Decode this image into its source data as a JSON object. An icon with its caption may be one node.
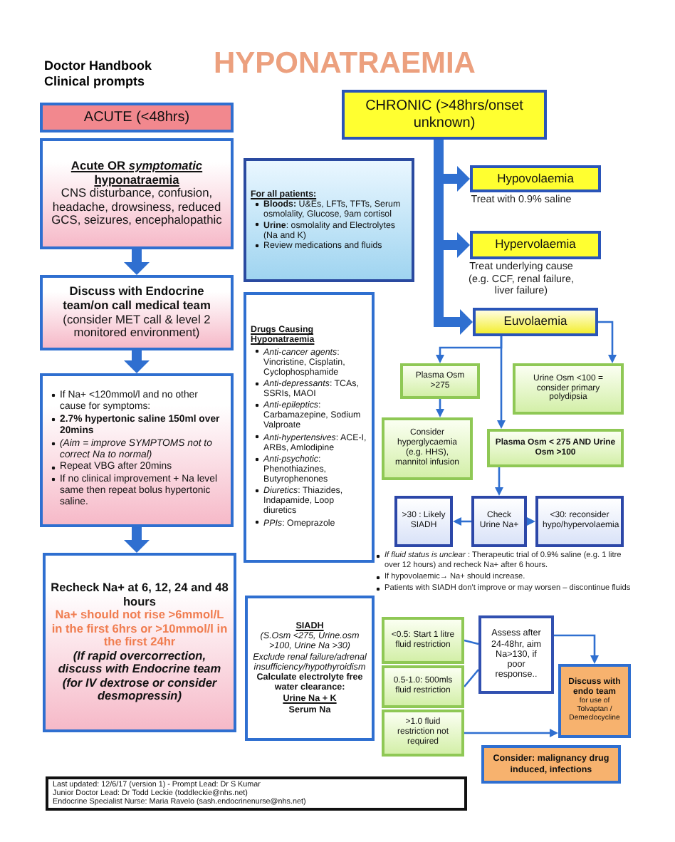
{
  "diagram": {
    "title": "HYPONATRAEMIA",
    "nodes": [
      {
        "text": [
          "ACUTE (<48hrs)"
        ]
      },
      {
        "text": [
          "Acute OR *symptomatic* hyponatraemia",
          "CNS disturbance, confusion, headache, drowsiness, reduced GCS, seizures, encephalopathic"
        ]
      },
      {
        "text": [
          "Discuss with Endocrine team/on call medical team",
          "(consider MET call & level 2 monitored environment)"
        ]
      },
      {
        "text": [
          "If Na+ <120mmol/l and no other cause for symptoms:",
          "2.7% hypertonic saline 150ml over 20mins",
          "(Aim = improve SYMPTOMS not to correct Na to normal)",
          "Repeat VBG after 20mins",
          "If no clinical improvement + Na level same then repeat bolus hypertonic saline."
        ]
      },
      {
        "text": [
          "Recheck Na+ at 6, 12, 24 and 48 hours",
          "Na+ should not rise >6mmol/L in the first 6hrs or >10mmol/l in the first 24hr",
          "(If rapid overcorrection, discuss with Endocrine team (for IV dextrose or consider desmopressin)"
        ]
      },
      {
        "text": [
          "For all patients:",
          "**Bloods:** U&Es, LFTs, TFTs, Serum osmolality, Glucose, 9am cortisol",
          "**Urine**: osmolality and Electrolytes (Na and K)",
          "Review medications and fluids"
        ]
      },
      {
        "text": [
          "Drugs Causing Hyponatraemia",
          "*Anti-cancer agents*: Vincristine, Cisplatin, Cyclophosphamide",
          "*Anti-depressants*: TCAs, SSRIs, MAOI",
          "*Anti-epileptics*: Carbamazepine, Sodium Valproate",
          "*Anti-hypertensives*: ACE-I, ARBs, Amlodipine",
          "*Anti-psychotic*: Phenothiazines, Butyrophenones",
          "*Diuretics*: Thiazides, Indapamide, Loop diuretics",
          "*PPIs*: Omeprazole"
        ]
      },
      {
        "text": [
          "CHRONIC (>48hrs/onset unknown)"
        ]
      },
      {
        "text": [
          "Hypovolaemia"
        ],
        "beside": [
          "Treat with 0.9% saline"
        ]
      },
      {
        "text": [
          "Hypervolaemia"
        ],
        "beside": [
          "Treat underlying cause (e.g. CCF, renal failure, liver failure)"
        ]
      },
      {
        "text": [
          "Euvolaemia"
        ]
      },
      {
        "text": [
          "Plasma Osm >275"
        ]
      },
      {
        "text": [
          "Urine Osm <100 = consider primary polydipsia"
        ]
      },
      {
        "text": [
          "Consider hyperglycaemia (e.g. HHS), mannitol infusion"
        ]
      },
      {
        "text": [
          "Plasma Osm < 275 AND Urine Osm >100"
        ]
      },
      {
        "text": [
          ">30 : Likely SIADH"
        ]
      },
      {
        "text": [
          "Check Urine Na+"
        ]
      },
      {
        "text": [
          "<30: reconsider hypo/hypervolaemia"
        ]
      },
      {
        "text": [
          "SIADH",
          "(S.Osm <275, Urine.osm >100, Urine Na >30)",
          "Exclude renal failure/adrenal insufficiency/hypothyroidism",
          "Calculate electrolyte free water clearance:",
          "Urine Na + K",
          "Serum Na"
        ]
      },
      {
        "text": [
          "<0.5: Start 1 litre fluid restriction"
        ]
      },
      {
        "text": [
          "0.5-1.0: 500mls fluid restriction"
        ]
      },
      {
        "text": [
          ">1.0 fluid restriction not required"
        ]
      },
      {
        "text": [
          "Assess after 24-48hr, aim Na>130, if poor response.."
        ]
      },
      {
        "text": [
          "Discuss with endo team",
          "for use of Tolvaptan / Demeclocycline"
        ]
      },
      {
        "text": [
          "Consider: **malignancy** drug induced, infections"
        ]
      },
      {
        "text": [
          "Last updated: 12/6/17 (version 1) - Prompt Lead: Dr S Kumar",
          "Junior Doctor Lead: Dr Todd Leckie (toddleckie@nhs.net)",
          "Endocrine Specialist Nurse: Maria Ravelo (sash.endocrinenurse@nhs.net)"
        ]
      }
    ],
    "edges": [
      {
        "from": 1,
        "to": 2,
        "arrow": "to",
        "style": "thick"
      },
      {
        "from": 2,
        "to": 3,
        "arrow": "to",
        "style": "thick"
      },
      {
        "from": 3,
        "to": 4,
        "arrow": "to",
        "style": "thick"
      },
      {
        "from": 7,
        "to": 8,
        "arrow": "to",
        "style": "thick"
      },
      {
        "from": 7,
        "to": 9,
        "arrow": "to",
        "style": "thick"
      },
      {
        "from": 7,
        "to": 10,
        "arrow": "to",
        "style": "thick"
      },
      {
        "from": 10,
        "to": 11,
        "arrow": "to"
      },
      {
        "from": 10,
        "to": 14,
        "arrow": "to"
      },
      {
        "from": 10,
        "to": 12,
        "arrow": "to"
      },
      {
        "from": 11,
        "to": 13,
        "arrow": "to"
      },
      {
        "from": 14,
        "to": 16,
        "arrow": "to"
      },
      {
        "from": 16,
        "to": 15,
        "arrow": "to"
      },
      {
        "from": 16,
        "to": 17,
        "arrow": "to"
      },
      {
        "from": 19,
        "to": 22,
        "arrow": "none"
      },
      {
        "from": 20,
        "to": 22,
        "arrow": "none"
      },
      {
        "from": 22,
        "to": 23,
        "arrow": "to"
      },
      {
        "from": 21,
        "to": 23,
        "arrow": "to"
      }
    ],
    "labels": [
      "Doctor Handbook Clinical prompts",
      "*If fluid status is unclear* : Therapeutic trial of 0.9% saline (e.g. 1 litre over 12 hours) and recheck Na+ after 6 hours.",
      "If hypovolaemic→ Na+ should increase.",
      "Patients with SIADH don't improve or may worsen – discontinue fluids"
    ]
  }
}
